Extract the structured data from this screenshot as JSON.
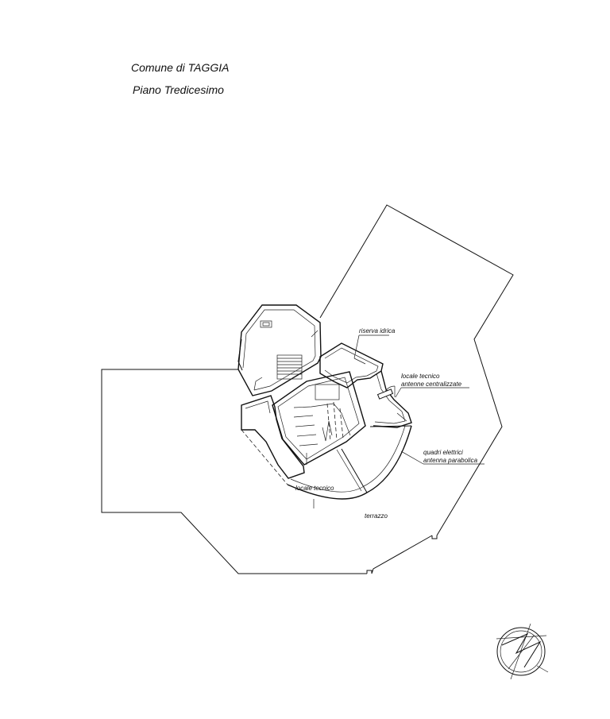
{
  "header": {
    "municipality": "Comune di TAGGIA",
    "floor": "Piano Tredicesimo"
  },
  "labels": {
    "water_reserve": "riserva idrica",
    "tech_room_antennas_line1": "locale tecnico",
    "tech_room_antennas_line2": "antenne centralizzate",
    "panels_line1": "quadri elettrici",
    "panels_line2": "antenna parabolica",
    "tech_room": "locale tecnico",
    "terrace": "terrazzo"
  },
  "colors": {
    "line": "#111111",
    "background": "#ffffff"
  }
}
